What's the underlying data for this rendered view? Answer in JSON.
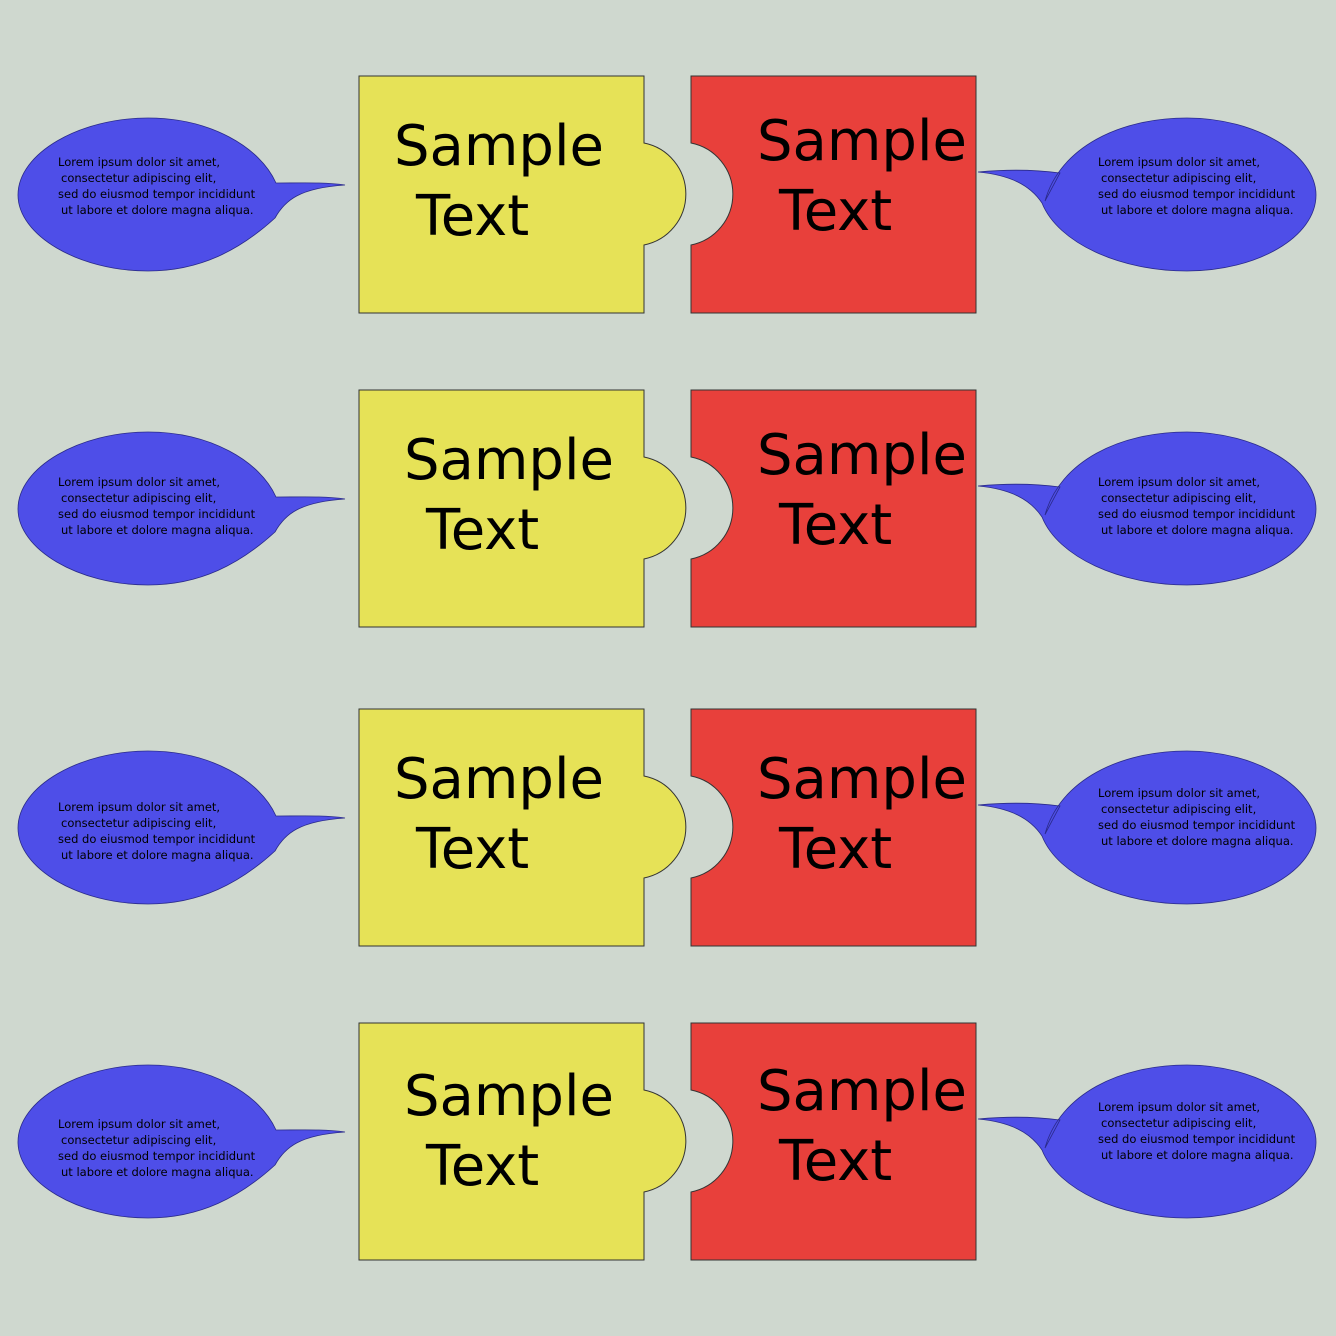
{
  "colors": {
    "background": "#cfd8cf",
    "left_piece": "#e6e257",
    "right_piece": "#e8403b",
    "bubble": "#4e4ee8",
    "text": "#000000"
  },
  "rows": [
    {
      "left_piece": {
        "line1": "Sample",
        "line2": "Text"
      },
      "right_piece": {
        "line1": "Sample",
        "line2": "Text"
      },
      "left_bubble": [
        "Lorem ipsum dolor sit amet,",
        "consectetur adipiscing elit,",
        "sed do eiusmod tempor incididunt",
        "ut labore et dolore magna aliqua."
      ],
      "right_bubble": [
        "Lorem ipsum dolor sit amet,",
        "consectetur adipiscing elit,",
        "sed do eiusmod tempor incididunt",
        "ut labore et dolore magna aliqua."
      ]
    },
    {
      "left_piece": {
        "line1": "Sample",
        "line2": "Text"
      },
      "right_piece": {
        "line1": "Sample",
        "line2": "Text"
      },
      "left_bubble": [
        "Lorem ipsum dolor sit amet,",
        "consectetur adipiscing elit,",
        "sed do eiusmod tempor incididunt",
        "ut labore et dolore magna aliqua."
      ],
      "right_bubble": [
        "Lorem ipsum dolor sit amet,",
        "consectetur adipiscing elit,",
        "sed do eiusmod tempor incididunt",
        "ut labore et dolore magna aliqua."
      ]
    },
    {
      "left_piece": {
        "line1": "Sample",
        "line2": "Text"
      },
      "right_piece": {
        "line1": "Sample",
        "line2": "Text"
      },
      "left_bubble": [
        "Lorem ipsum dolor sit amet,",
        "consectetur adipiscing elit,",
        "sed do eiusmod tempor incididunt",
        "ut labore et dolore magna aliqua."
      ],
      "right_bubble": [
        "Lorem ipsum dolor sit amet,",
        "consectetur adipiscing elit,",
        "sed do eiusmod tempor incididunt",
        "ut labore et dolore magna aliqua."
      ]
    },
    {
      "left_piece": {
        "line1": "Sample",
        "line2": "Text"
      },
      "right_piece": {
        "line1": "Sample",
        "line2": "Text"
      },
      "left_bubble": [
        "Lorem ipsum dolor sit amet,",
        "consectetur adipiscing elit,",
        "sed do eiusmod tempor incididunt",
        "ut labore et dolore magna aliqua."
      ],
      "right_bubble": [
        "Lorem ipsum dolor sit amet,",
        "consectetur adipiscing elit,",
        "sed do eiusmod tempor incididunt",
        "ut labore et dolore magna aliqua."
      ]
    }
  ]
}
